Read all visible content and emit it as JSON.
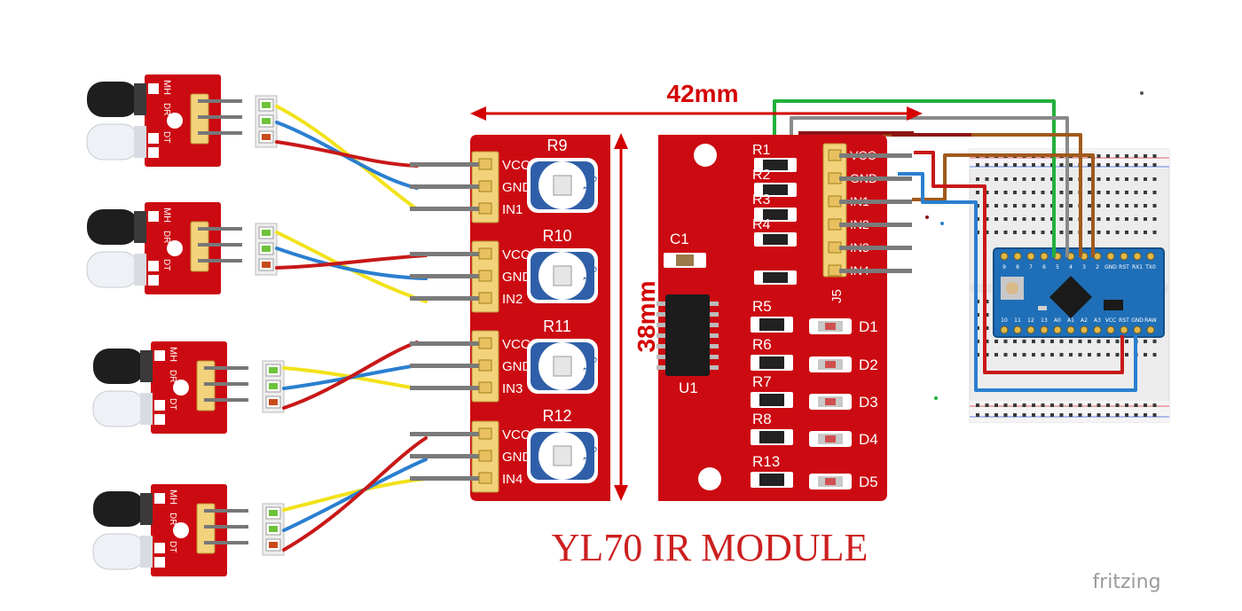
{
  "diagram": {
    "title": "YL70 IR MODULE",
    "brand": "fritzing",
    "width_label": "42mm",
    "height_label": "38mm",
    "sensors": [
      {
        "label_mh": "MH",
        "label_dr": "DR",
        "label_dt": "DT"
      },
      {
        "label_mh": "MH",
        "label_dr": "DR",
        "label_dt": "DT"
      },
      {
        "label_mh": "MH",
        "label_dr": "DR",
        "label_dt": "DT"
      },
      {
        "label_mh": "MH",
        "label_dr": "DR",
        "label_dt": "DT"
      }
    ],
    "left_pin_labels": [
      [
        "VCC",
        "GND",
        "IN1"
      ],
      [
        "VCC",
        "GND",
        "IN2"
      ],
      [
        "VCC",
        "GND",
        "IN3"
      ],
      [
        "VCC",
        "GND",
        "IN4"
      ]
    ],
    "pots": [
      "R9",
      "R10",
      "R11",
      "R12"
    ],
    "resistors_top": [
      "R1",
      "R2",
      "R3",
      "R4"
    ],
    "resistors_side": [
      "R5",
      "R6",
      "R7",
      "R8",
      "R13"
    ],
    "leds": [
      "D1",
      "D2",
      "D3",
      "D4",
      "D5"
    ],
    "cap": "C1",
    "ic": "U1",
    "header": "J5",
    "right_pin_labels": [
      "VCC",
      "GND",
      "IN1",
      "IN2",
      "IN3",
      "IN4"
    ],
    "arduino_pin_labels": [
      "9",
      "8",
      "7",
      "6",
      "5",
      "4",
      "3",
      "2",
      "GND",
      "RST",
      "RX1",
      "TX0"
    ],
    "arduino_bottom_labels": [
      "10",
      "11",
      "12",
      "13",
      "A0",
      "A1",
      "A2",
      "A3",
      "VCC",
      "RST",
      "GND",
      "RAW"
    ],
    "colors": {
      "pcb": "#cc0a12",
      "wire_green": "#22b03c",
      "wire_gray": "#8a8a8a",
      "wire_red": "#c81818",
      "wire_brown": "#a05a1c",
      "wire_dkred": "#8c1414",
      "wire_blue": "#2a7fd0",
      "wire_yellow": "#f2e21a",
      "arduino": "#1f6fb8"
    }
  }
}
